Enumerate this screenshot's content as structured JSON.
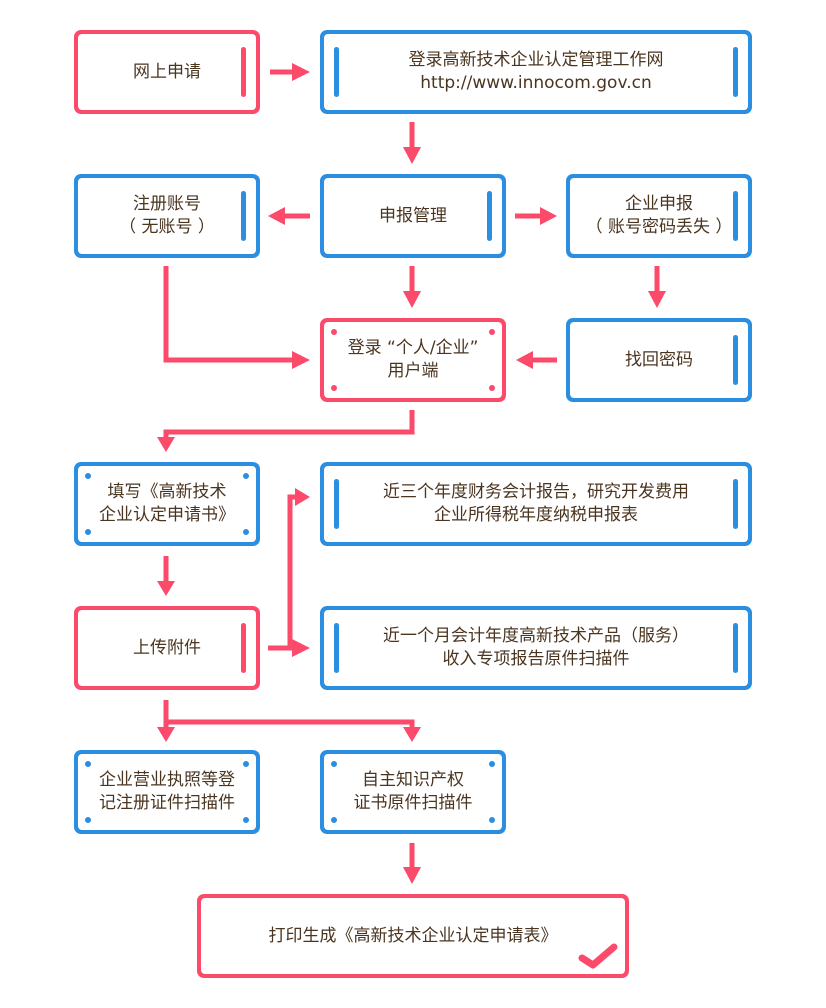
{
  "colors": {
    "accent_red": "#fb4a6a",
    "accent_blue": "#2b8ee0",
    "text": "#4a3520"
  },
  "nodes": {
    "online_apply": {
      "label": "网上申请"
    },
    "login_site": {
      "label": "登录高新技术企业认定管理工作网\nhttp://www.innocom.gov.cn"
    },
    "register_account": {
      "label": "注册账号\n（ 无账号 ）"
    },
    "declare_manage": {
      "label": "申报管理"
    },
    "enterprise_declare": {
      "label": "企业申报\n（ 账号密码丢失 ）"
    },
    "login_client": {
      "label": "登录 “个人/企业”\n用户端"
    },
    "retrieve_password": {
      "label": "找回密码"
    },
    "fill_application": {
      "label": "填写《高新技术\n企业认定申请书》"
    },
    "financial_report": {
      "label": "近三个年度财务会计报告，研究开发费用\n企业所得税年度纳税申报表"
    },
    "upload_attachments": {
      "label": "上传附件"
    },
    "product_income_report": {
      "label": "近一个月会计年度高新技术产品（服务）\n收入专项报告原件扫描件"
    },
    "business_license": {
      "label": "企业营业执照等登\n记注册证件扫描件"
    },
    "ip_certificate": {
      "label": "自主知识产权\n证书原件扫描件"
    },
    "print_form": {
      "label": "打印生成《高新技术企业认定申请表》",
      "icon": "checkmark-icon"
    }
  }
}
